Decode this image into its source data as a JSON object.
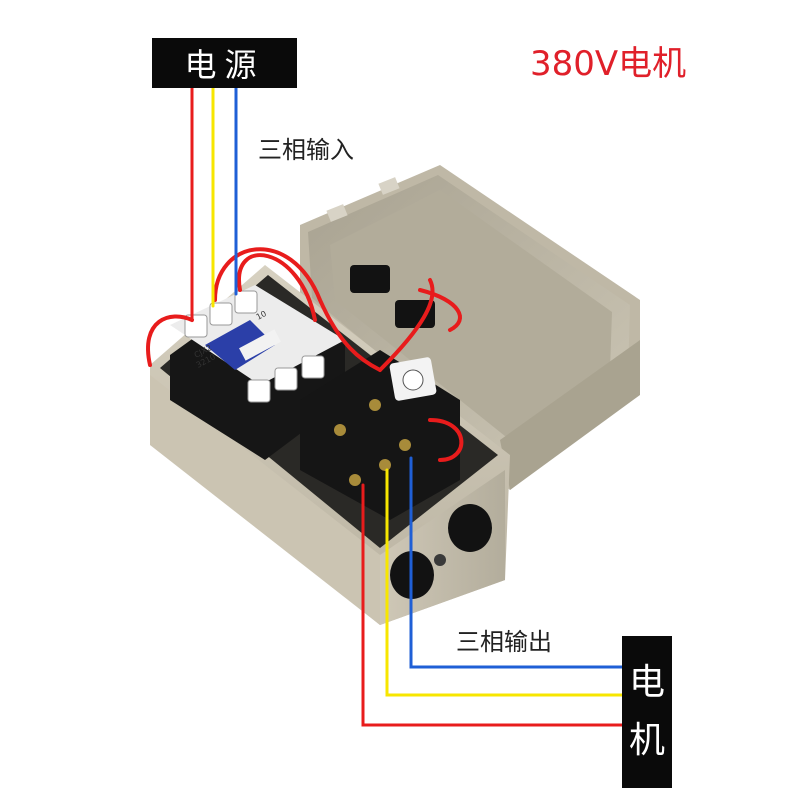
{
  "labels": {
    "power_source": "电源",
    "title": "380V电机",
    "three_phase_input": "三相输入",
    "three_phase_output": "三相输出",
    "motor_char_1": "电",
    "motor_char_2": "机"
  },
  "contactor_text": {
    "model": "CJX2",
    "rating": "3210",
    "aux": "10"
  },
  "colors": {
    "wire_red": "#e81c1c",
    "wire_yellow": "#f7e600",
    "wire_blue": "#1f5fd6",
    "title_red": "#e0202a",
    "box_beige": "#c9c2b0"
  },
  "icons": [
    "start-stop-button-icon",
    "cable-gland-icon"
  ]
}
